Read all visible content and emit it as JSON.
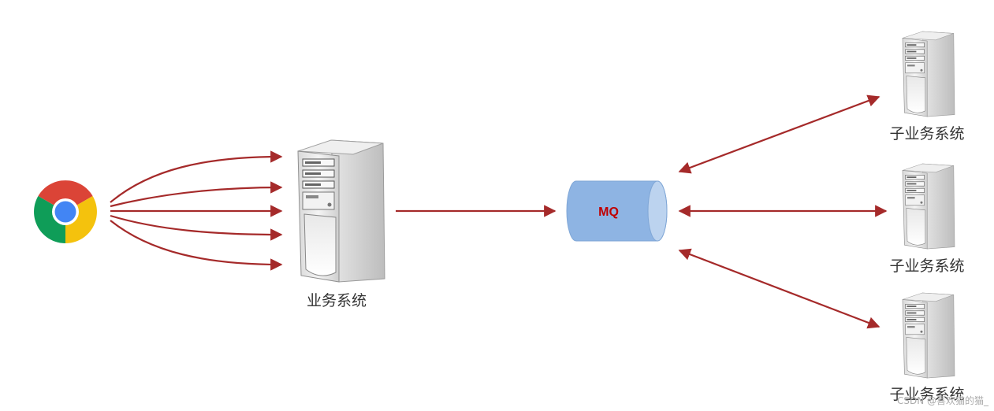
{
  "labels": {
    "main_system": "业务系统",
    "queue": "MQ",
    "sub_system_1": "子业务系统",
    "sub_system_2": "子业务系统",
    "sub_system_3": "子业务系统"
  },
  "watermark": "CSDN @喜欢猫的猫_",
  "colors": {
    "arrow": "#a52a2a",
    "queue_fill": "#8eb4e3",
    "queue_text": "#c00000",
    "label_text": "#333333"
  },
  "icons": {
    "client": "chrome-browser-icon",
    "server": "server-tower-icon"
  }
}
